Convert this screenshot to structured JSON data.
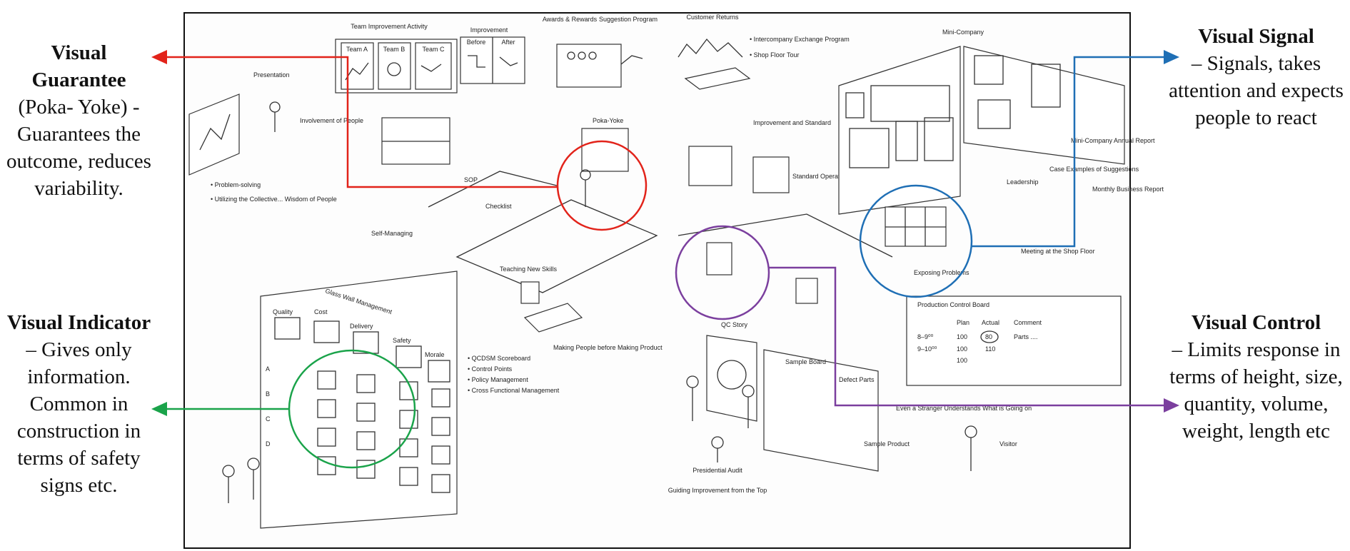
{
  "annotations": {
    "guarantee": {
      "title": "Visual Guarantee",
      "detail": "(Poka- Yoke) - Guarantees the outcome, reduces variability.",
      "color": "#e2231a"
    },
    "indicator": {
      "title": "Visual Indicator",
      "detail": " – Gives only information. Common in construction in terms of safety signs etc.",
      "color": "#1aa34a"
    },
    "signal": {
      "title": "Visual Signal",
      "detail": "– Signals, takes attention and expects people to react",
      "color": "#1f6fb5"
    },
    "control": {
      "title": "Visual Control",
      "detail": "– Limits response in terms of height, size, quantity, volume, weight, length etc",
      "color": "#7b3f9e"
    }
  },
  "scene": {
    "team_activity": "Team Improvement Activity",
    "team_a": "Team A",
    "team_b": "Team B",
    "team_c": "Team C",
    "improvement": "Improvement",
    "before": "Before",
    "after": "After",
    "awards": "Awards & Rewards",
    "suggestion": "Suggestion Program",
    "presentation": "Presentation",
    "involvement": "Involvement of People",
    "problem_solving": "• Problem-solving",
    "utilizing": "• Utilizing the Collective... Wisdom of People",
    "poka_yoke": "Poka-Yoke",
    "sop": "SOP",
    "checklist": "Checklist",
    "self_managing": "Self-Managing",
    "teaching": "Teaching New Skills",
    "glass_wall": "Glass Wall Management",
    "quality": "Quality",
    "cost": "Cost",
    "delivery": "Delivery",
    "safety": "Safety",
    "morale": "Morale",
    "rows": [
      "A",
      "B",
      "C",
      "D"
    ],
    "making_people": "Making People before Making Product",
    "qcdsm_1": "• QCDSM Scoreboard",
    "qcdsm_2": "• Control Points",
    "qcdsm_3": "• Policy Management",
    "qcdsm_4": "• Cross Functional Management",
    "customer_returns": "Customer Returns",
    "intercompany": "• Intercompany Exchange Program",
    "shop_floor_tour": "• Shop Floor Tour",
    "improvement_standard": "Improvement and Standard",
    "sop_long": "Standard Operating Procedures",
    "mini_company": "Mini-Company",
    "leadership": "Leadership",
    "mini_report": "Mini-Company Annual Report",
    "case_examples": "Case Examples of Suggestions",
    "monthly_report": "Monthly Business Report",
    "meeting": "Meeting at the Shop Floor",
    "exposing": "Exposing Problems",
    "production_board": "Production Control Board",
    "board_headers": [
      "Plan",
      "Actual",
      "Comment"
    ],
    "board_rows": [
      [
        "8–9⁰⁰",
        "100",
        "80",
        "Parts ...."
      ],
      [
        "9–10⁰⁰",
        "100",
        "110",
        ""
      ],
      [
        "",
        "100",
        "",
        ""
      ]
    ],
    "qc_story": "QC Story",
    "sample_board": "Sample Board",
    "defect_parts": "Defect Parts",
    "sample_product": "Sample Product",
    "even_stranger": "Even a Stranger Understands What is Going on",
    "visitor": "Visitor",
    "presidential": "Presidential Audit",
    "guiding": "Guiding Improvement from the Top"
  }
}
